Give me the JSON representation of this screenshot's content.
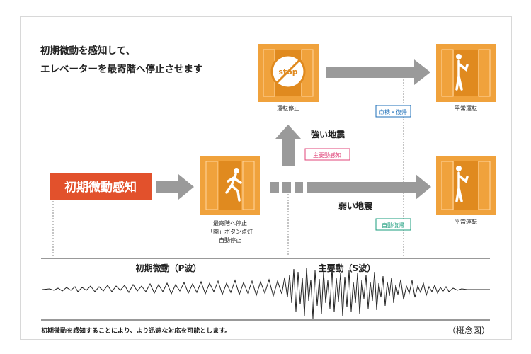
{
  "colors": {
    "orange": "#f0a23c",
    "orange_dark": "#e08a1f",
    "red_box": "#e2512c",
    "gray_arrow": "#9a9a9a",
    "pink_text": "#e0457a",
    "blue_text": "#1d6fb8",
    "green_text": "#1a9c7c",
    "line": "#333333"
  },
  "headline": {
    "line1": "初期微動を感知して、",
    "line2": "エレベーターを最寄階へ停止させます"
  },
  "detect_box": {
    "label": "初期微動感知"
  },
  "elevators": {
    "nearest": {
      "caption_lines": [
        "最寄階へ停止",
        "「開」ボタン点灯",
        "自動停止"
      ]
    },
    "stopped": {
      "caption": "運転停止",
      "stop_icon_text": "stop"
    },
    "normal_top": {
      "caption": "平常運転"
    },
    "normal_bottom": {
      "caption": "平常運転"
    }
  },
  "branches": {
    "strong": {
      "label": "強い地震",
      "tag": "主要動感知"
    },
    "weak": {
      "label": "弱い地震",
      "tag": "自動復帰"
    },
    "inspection_tag": "点検・復帰"
  },
  "waves": {
    "p_label": "初期微動（P波）",
    "s_label": "主要動（S波）"
  },
  "footer": {
    "note": "初期微動を感知することにより、より迅速な対応を可能とします。",
    "concept": "（概念図）"
  }
}
